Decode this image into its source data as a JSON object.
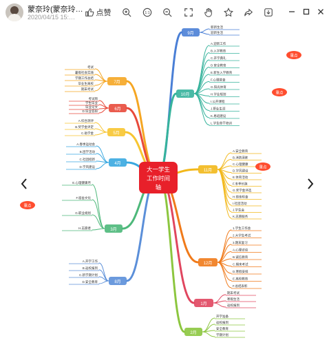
{
  "header": {
    "author": "蒙奈玲(蒙奈玲…",
    "date": "2020/04/15 15:…",
    "like_label": "点赞"
  },
  "toolbar_icons": [
    "thumb-up-icon",
    "zoom-in-icon",
    "fit-screen-icon",
    "zoom-out-icon",
    "fullscreen-icon",
    "hand-icon",
    "star-icon",
    "share-icon",
    "download-icon",
    "minimize-icon",
    "restore-icon",
    "close-icon"
  ],
  "colors": {
    "center": "#e8202a",
    "sep": "#4a7fd6",
    "oct": "#36b39c",
    "nov": "#f2b81b",
    "dec": "#f07a1a",
    "jan": "#e0465f",
    "feb": "#8cc63f",
    "jul": "#f5a623",
    "jun": "#e84a3b",
    "may": "#f7c531",
    "apr": "#3aa8e0",
    "mar": "#4db87a",
    "aug": "#5b8fd9"
  },
  "mindmap": {
    "center": [
      "大一学生",
      "工作时间",
      "轴"
    ],
    "branches": [
      {
        "id": "sep",
        "label": "9月"
      },
      {
        "id": "oct",
        "label": "10月"
      },
      {
        "id": "nov",
        "label": "11月"
      },
      {
        "id": "dec",
        "label": "12月"
      },
      {
        "id": "jan",
        "label": "1月"
      },
      {
        "id": "feb",
        "label": "2月"
      },
      {
        "id": "jul",
        "label": "7月"
      },
      {
        "id": "jun",
        "label": "6月"
      },
      {
        "id": "may",
        "label": "5月"
      },
      {
        "id": "apr",
        "label": "4月"
      },
      {
        "id": "mar",
        "label": "3月"
      },
      {
        "id": "aug",
        "label": "8月"
      }
    ],
    "badges": [
      "重点",
      "重点",
      "重点",
      "重点"
    ],
    "sep_items": [
      "新新生活",
      "迎新生活"
    ],
    "oct_items": [
      "A.迎新工作",
      "B.入学教育",
      "C.开学典礼",
      "D.安全教育",
      "E.新生入学教育",
      "F.心理普查",
      "G.阳光体育",
      "H.学业规划",
      "I.公开课程",
      "J.职业生涯",
      "K.易班建设",
      "L.学生骨干培训"
    ],
    "nov_items": [
      "A.安全教育",
      "B.消防演练",
      "C.心理健康",
      "D.学风建设",
      "E.体育活动",
      "F.冬季长跑",
      "G.奖学金评选",
      "H.宿舍检查",
      "I.社团活动",
      "J.学生会",
      "K.志愿服务"
    ],
    "dec_items": [
      "1.学生工作会",
      "2.大学生考试",
      "3.期末复习",
      "A.心理访谈",
      "B.诚信教育",
      "C.期末考试",
      "D.寒假安排",
      "E.离校教育",
      "F.总结表彰"
    ],
    "jan_items": [
      "期末考试",
      "寒假生活",
      "返校报到"
    ],
    "feb_items": [
      "开学准备",
      "返校报到",
      "安全教育",
      "学期计划"
    ],
    "left_items": [
      "考试",
      "暑假社会实践",
      "学期工作总结",
      "毕业生离校",
      "期末考试",
      "考试周",
      "学生毕业",
      "毕业论文",
      "D.毕业答辩",
      "A.综合测评",
      "B.奖学金评定",
      "C.助学金",
      "A.春季运动会",
      "B.团学活动",
      "C.社团招新",
      "D.学风建设",
      "E.心理健康月",
      "F.宿舍文化",
      "G.职业规划",
      "H.志愿者",
      "A.开学工作",
      "B.返校报到",
      "C.新学期计划",
      "D.安全教育"
    ]
  }
}
